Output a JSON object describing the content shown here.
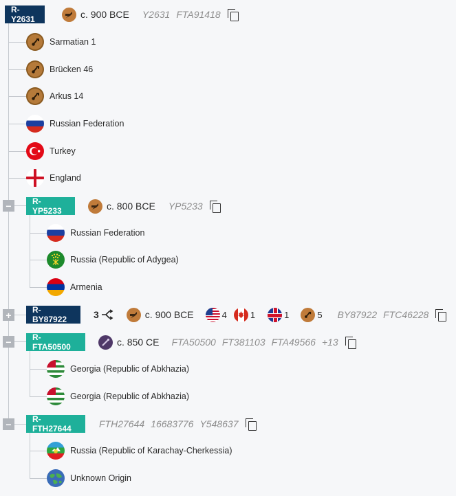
{
  "colors": {
    "dark_badge": "#0e355d",
    "teal_badge": "#1eb09a",
    "bronze": "#c07b3a",
    "iron": "#4f3868"
  },
  "root": {
    "haplogroup": "R-Y2631",
    "age_icon": "bronze-age-icon",
    "age": "c. 900 BCE",
    "snps": [
      "Y2631",
      "FTA91418"
    ],
    "samples": [
      {
        "label": "Sarmatian 1",
        "icon": "ancient-sample-icon"
      },
      {
        "label": "Brücken 46",
        "icon": "ancient-sample-icon"
      },
      {
        "label": "Arkus 14",
        "icon": "ancient-sample-icon"
      },
      {
        "label": "Russian Federation",
        "icon": "russia-flag-icon"
      },
      {
        "label": "Turkey",
        "icon": "turkey-flag-icon"
      },
      {
        "label": "England",
        "icon": "england-flag-icon"
      }
    ]
  },
  "branches": [
    {
      "haplogroup": "R-YP5233",
      "toggle": "−",
      "expanded": true,
      "age_icon": "bronze-age-icon",
      "age": "c. 800 BCE",
      "snps": [
        "YP5233"
      ],
      "samples": [
        {
          "label": "Russian Federation",
          "icon": "russia-flag-icon"
        },
        {
          "label": "Russia (Republic of Adygea)",
          "icon": "adygea-flag-icon"
        },
        {
          "label": "Armenia",
          "icon": "armenia-flag-icon"
        }
      ]
    },
    {
      "haplogroup": "R-BY87922",
      "toggle": "+",
      "expanded": false,
      "subclades": "3",
      "age_icon": "bronze-age-icon",
      "age": "c. 900 BCE",
      "country_counts": [
        {
          "icon": "usa-flag-icon",
          "count": "4"
        },
        {
          "icon": "canada-flag-icon",
          "count": "1"
        },
        {
          "icon": "uk-flag-icon",
          "count": "1"
        },
        {
          "icon": "ancient-sample-icon",
          "count": "5"
        }
      ],
      "snps": [
        "BY87922",
        "FTC46228"
      ]
    },
    {
      "haplogroup": "R-FTA50500",
      "toggle": "−",
      "expanded": true,
      "age_icon": "iron-age-icon",
      "age": "c. 850 CE",
      "snps": [
        "FTA50500",
        "FT381103",
        "FTA49566",
        "+13"
      ],
      "samples": [
        {
          "label": "Georgia (Republic of Abkhazia)",
          "icon": "abkhazia-flag-icon"
        },
        {
          "label": "Georgia (Republic of Abkhazia)",
          "icon": "abkhazia-flag-icon"
        }
      ]
    },
    {
      "haplogroup": "R-FTH27644",
      "toggle": "−",
      "expanded": true,
      "snps": [
        "FTH27644",
        "16683776",
        "Y548637"
      ],
      "samples": [
        {
          "label": "Russia (Republic of Karachay-Cherkessia)",
          "icon": "karachay-cherkessia-flag-icon"
        },
        {
          "label": "Unknown Origin",
          "icon": "globe-icon"
        }
      ]
    }
  ]
}
